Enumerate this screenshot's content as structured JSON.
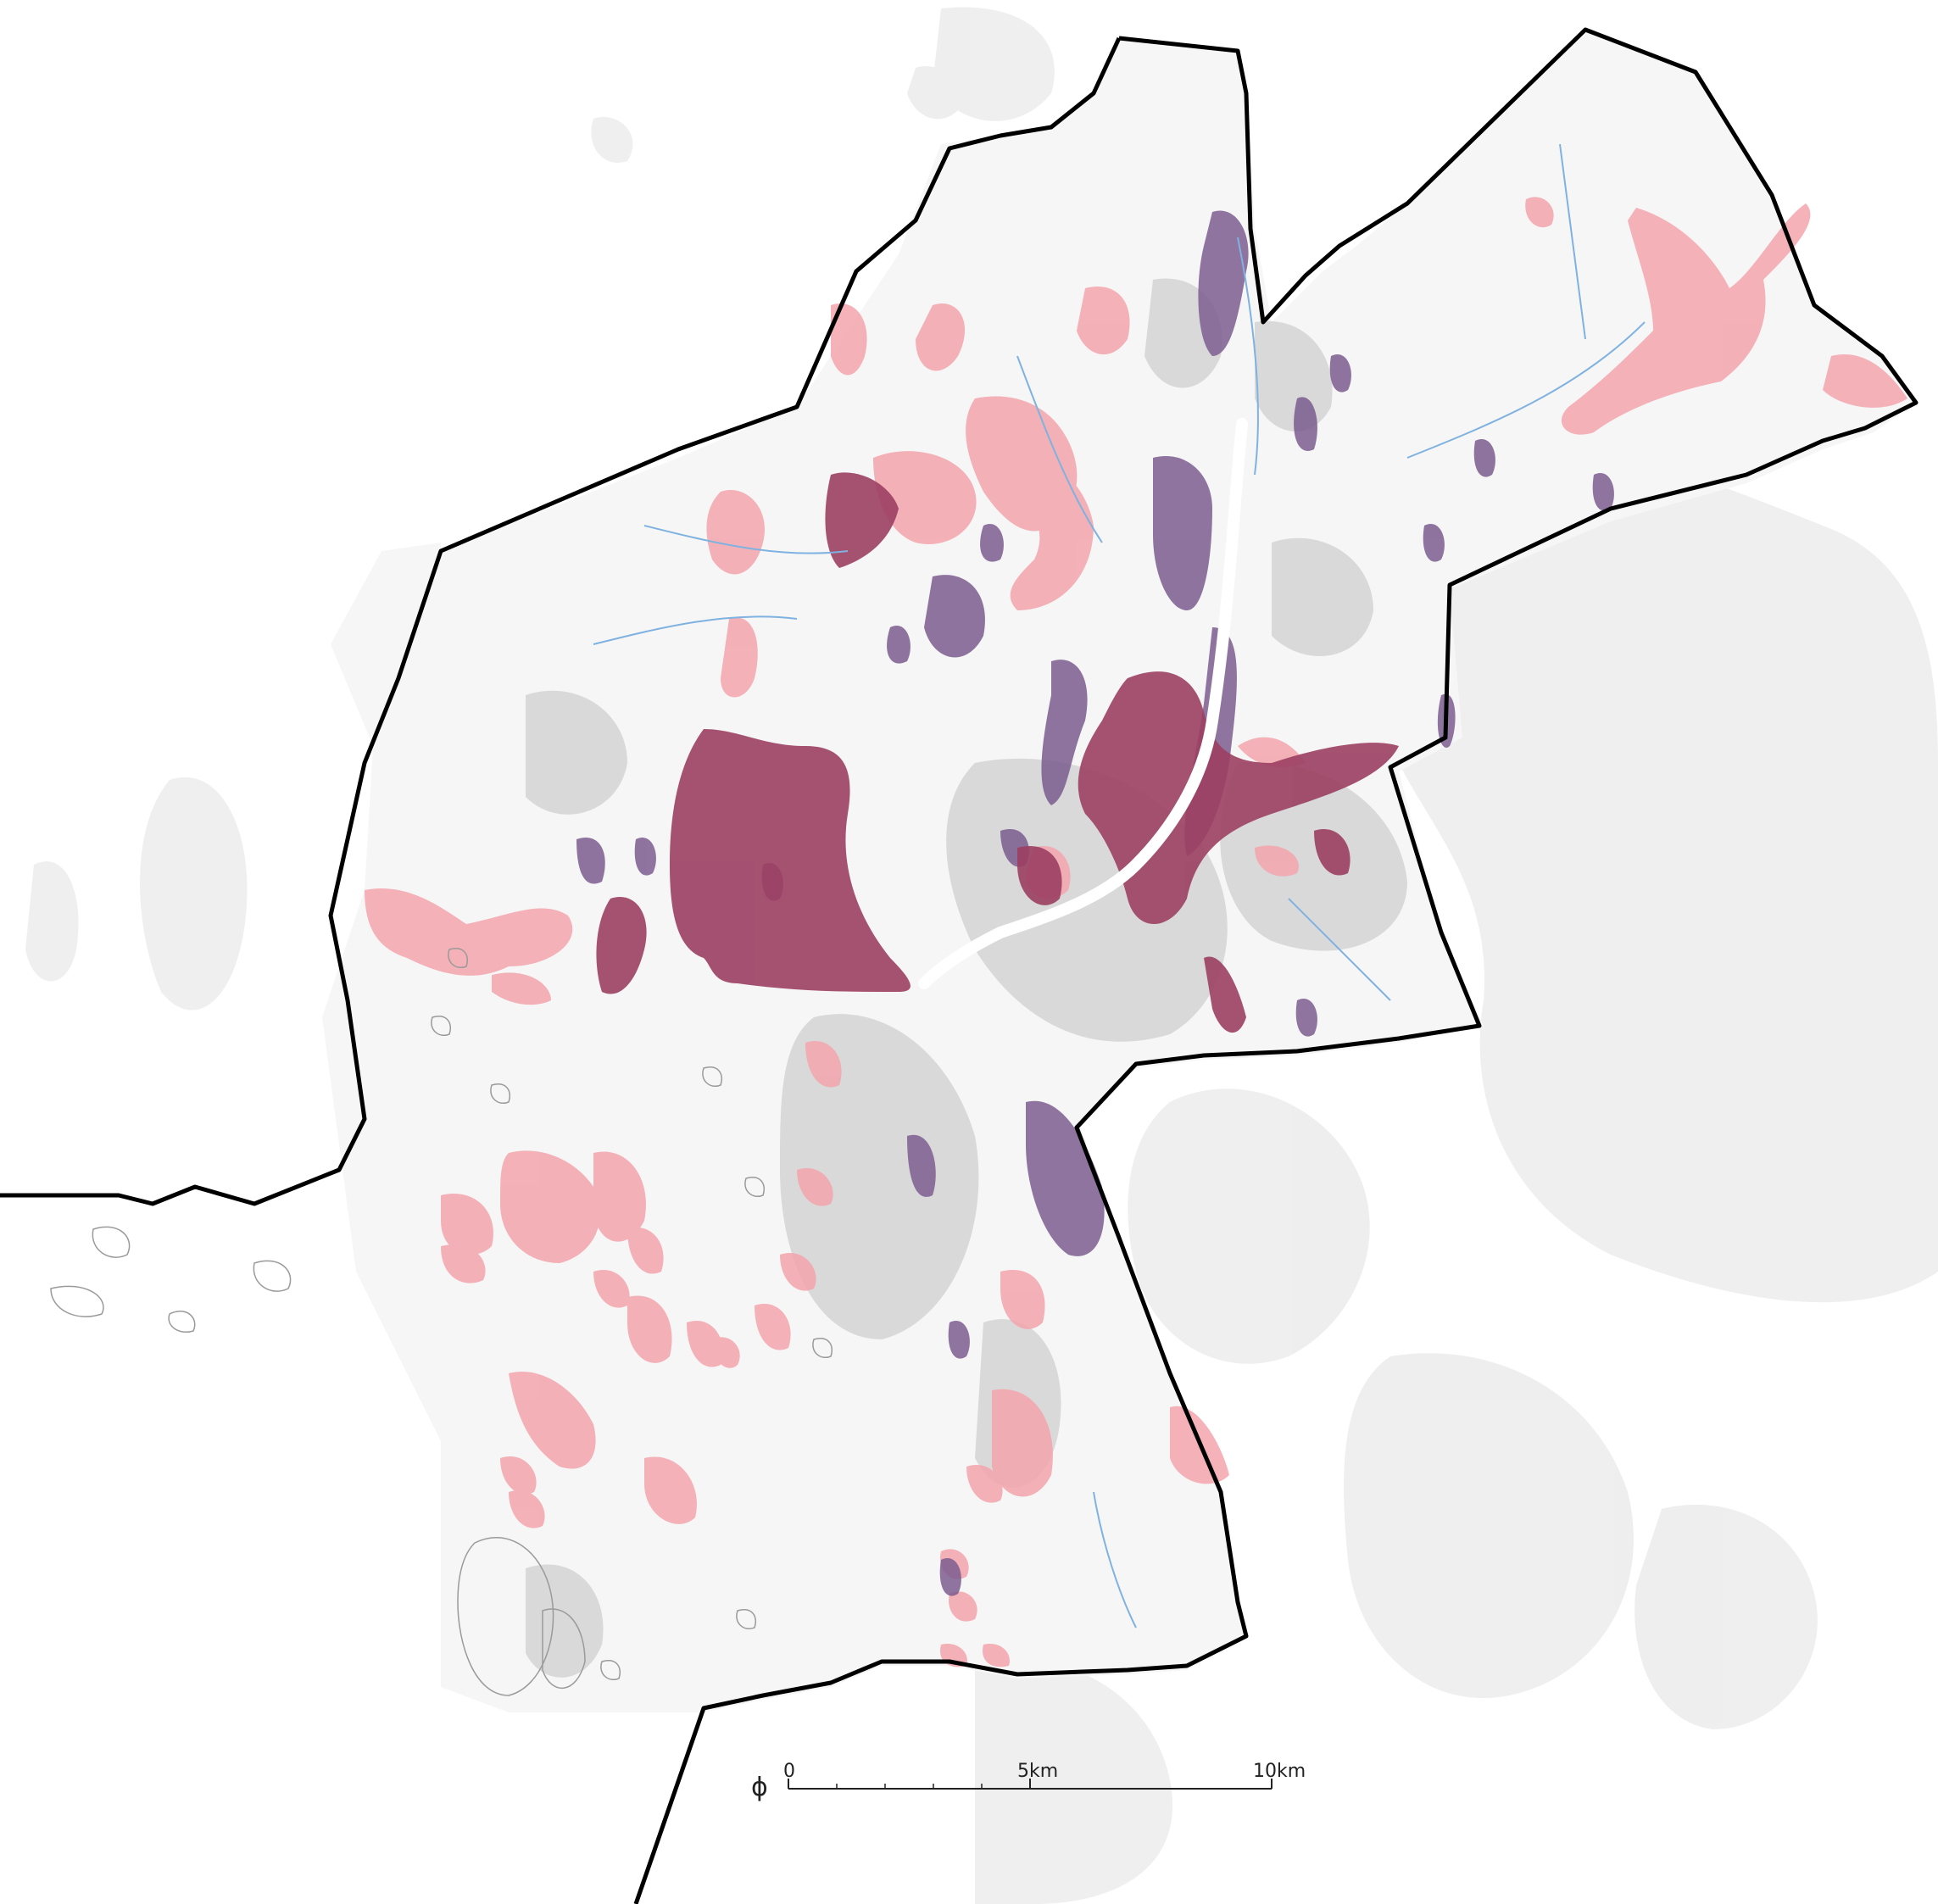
{
  "map": {
    "colors": {
      "background": "#ffffff",
      "surrounding_land": "#ececec",
      "municipality_land": "#f6f6f6",
      "built_up": "#d6d6d6",
      "water_lines": "#7fb2e0",
      "zone_pink": "#f3a5ad",
      "zone_purple": "#7b5d8f",
      "zone_overlap": "#9c3f62",
      "boundary": "#000000",
      "contour": "#9a9a9a"
    },
    "scale_bar": {
      "north_symbol": "ϕ",
      "labels": [
        "0",
        "5km",
        "10km"
      ]
    }
  }
}
